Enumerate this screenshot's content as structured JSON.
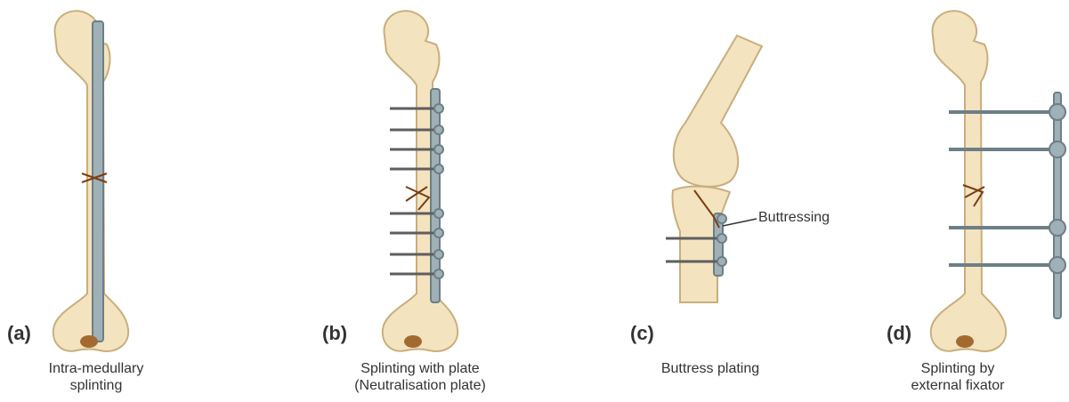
{
  "panels": [
    {
      "letter": "(a)",
      "caption_line1": "Intra-medullary",
      "caption_line2": "splinting"
    },
    {
      "letter": "(b)",
      "caption_line1": "Splinting with plate",
      "caption_line2": "(Neutralisation plate)"
    },
    {
      "letter": "(c)",
      "caption_line1": "Buttress plating",
      "caption_line2": ""
    },
    {
      "letter": "(d)",
      "caption_line1": "Splinting by",
      "caption_line2": "external fixator"
    }
  ],
  "callout": {
    "label": "Buttressing"
  },
  "colors": {
    "bone": "#f3e3bf",
    "bone_edge": "#c9ae7c",
    "metal": "#9fb1b7",
    "metal_edge": "#6d7f86",
    "screw": "#5e5e5e",
    "fracture": "#7a3d10"
  }
}
